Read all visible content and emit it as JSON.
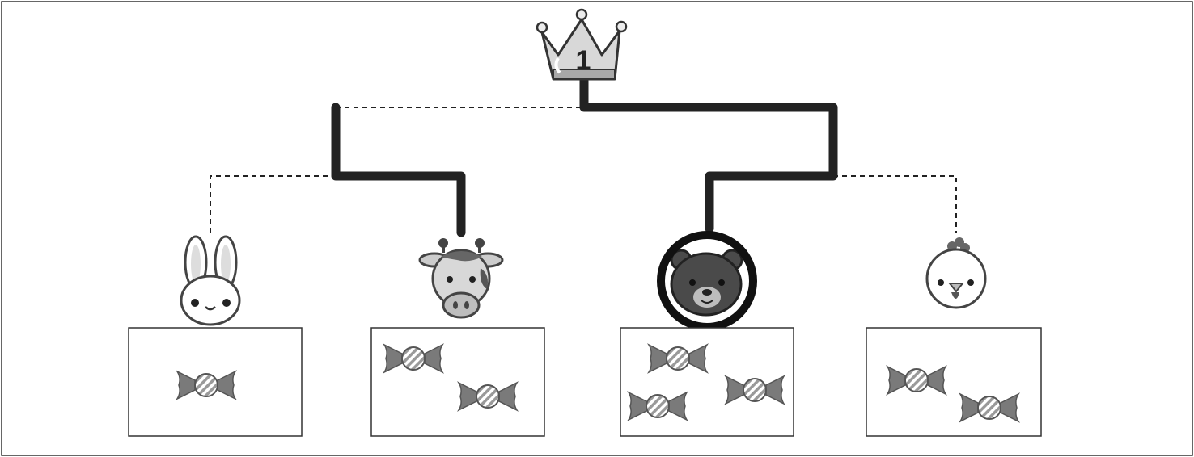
{
  "crown": {
    "icon": "crown-icon",
    "label": "1"
  },
  "colors": {
    "winner_line": "#222222",
    "dashed_line": "#222222",
    "candy_wrap": "#777777",
    "candy_ball": "#cfcfcf",
    "frame_border": "#333333"
  },
  "contestants": [
    {
      "animal": "rabbit",
      "icon": "rabbit-icon",
      "candy_count": 1,
      "highlighted": false
    },
    {
      "animal": "cow",
      "icon": "cow-icon",
      "candy_count": 2,
      "highlighted": false
    },
    {
      "animal": "bear",
      "icon": "bear-icon",
      "candy_count": 3,
      "highlighted": true
    },
    {
      "animal": "chicken",
      "icon": "chicken-icon",
      "candy_count": 2,
      "highlighted": false
    }
  ]
}
